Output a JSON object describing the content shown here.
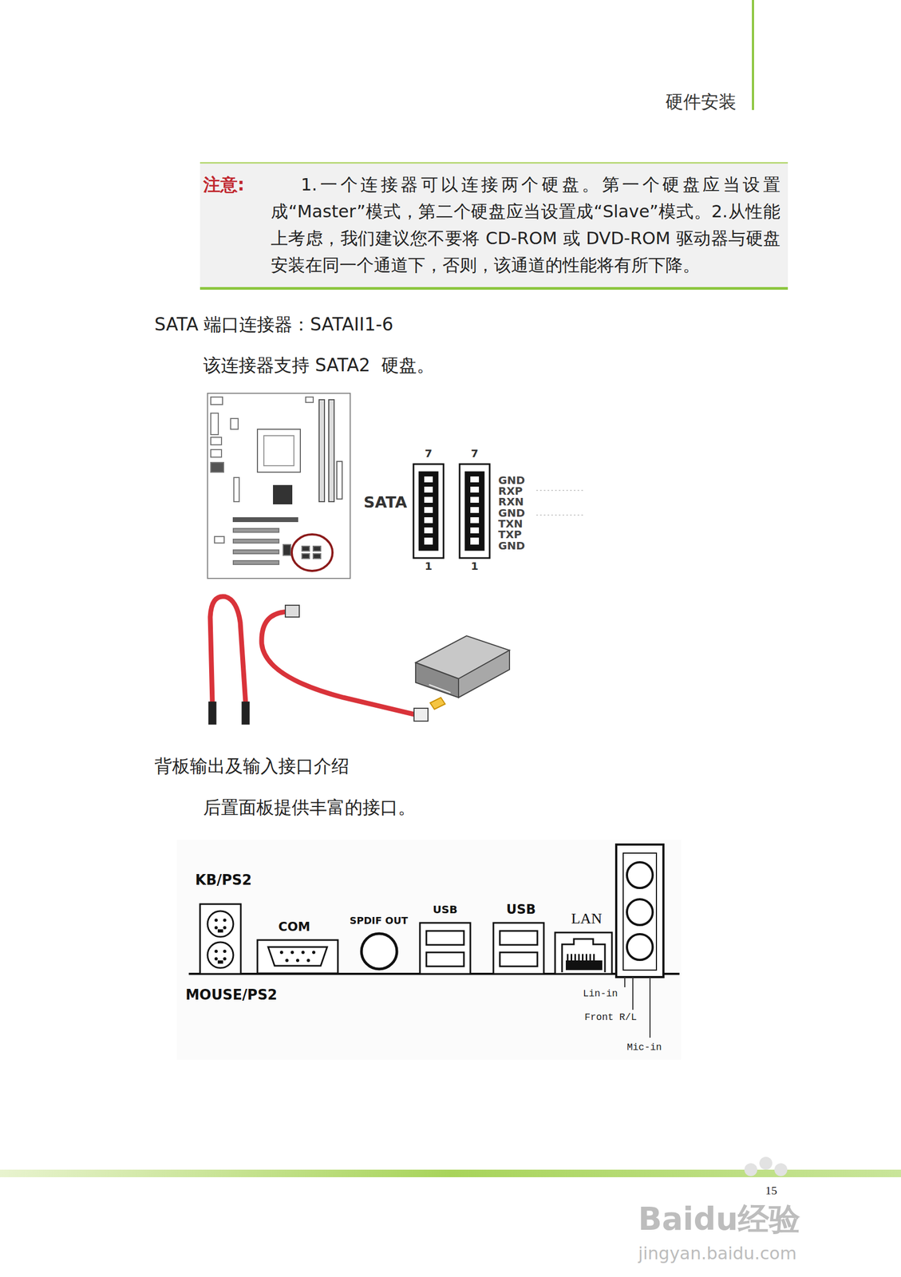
{
  "diagram": {
    "nodes": [
      {
        "text": [
          "注意:",
          "1.一个连接器可以连接两个硬盘。第一个硬盘应当设置成“Master”模式，第二个硬盘应当设置成“Slave”模式。2.从性能上考虑，我们建议您不要将 CD-ROM 或 DVD-ROM 驱动器与硬盘安装在同一个通道下，否则，该通道的性能将有所下降。"
        ]
      }
    ],
    "labels": [
      "硬件安装",
      "SATA 端口连接器：SATAII1-6",
      "该连接器支持 SATA2  硬盘。",
      "SATA",
      "7",
      "7",
      "GND",
      "RXP",
      "RXN",
      "GND",
      "TXN",
      "TXP",
      "GND",
      "1",
      "1",
      "背板输出及输入接口介绍",
      "后置面板提供丰富的接口。",
      "KB/PS2",
      "COM",
      "SPDIF OUT",
      "USB",
      "USB",
      "LAN",
      "MOUSE/PS2",
      "Lin-in",
      "Front R/L",
      "Mic-in",
      "15",
      "Baidu经验",
      "jingyan.baidu.com"
    ]
  }
}
